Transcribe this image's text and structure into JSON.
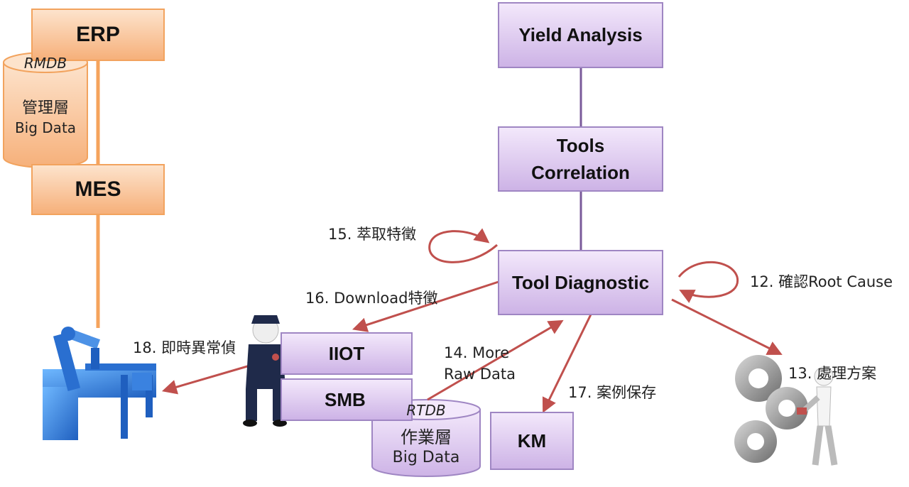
{
  "erp": "ERP",
  "mes": "MES",
  "rmdb": {
    "tag": "RMDB",
    "line1": "管理層",
    "line2": "Big Data"
  },
  "yield_analysis": "Yield Analysis",
  "tools_correlation": {
    "line1": "Tools",
    "line2": "Correlation"
  },
  "tool_diagnostic": "Tool Diagnostic",
  "iiot": "IIOT",
  "smb": "SMB",
  "rtdb": {
    "tag": "RTDB",
    "line1": "作業層",
    "line2": "Big Data"
  },
  "km": "KM",
  "steps": {
    "s12": "12. 確認Root Cause",
    "s13": "13. 處理方案",
    "s14_line1": "14. More",
    "s14_line2": "Raw Data",
    "s15": "15. 萃取特徵",
    "s16": "16. Download特徵",
    "s17": "17. 案例保存",
    "s18": "18. 即時異常偵"
  },
  "colors": {
    "arrow": "#c0504d",
    "orange_line": "#f5a35c",
    "purple_line": "#7a5a9a"
  }
}
